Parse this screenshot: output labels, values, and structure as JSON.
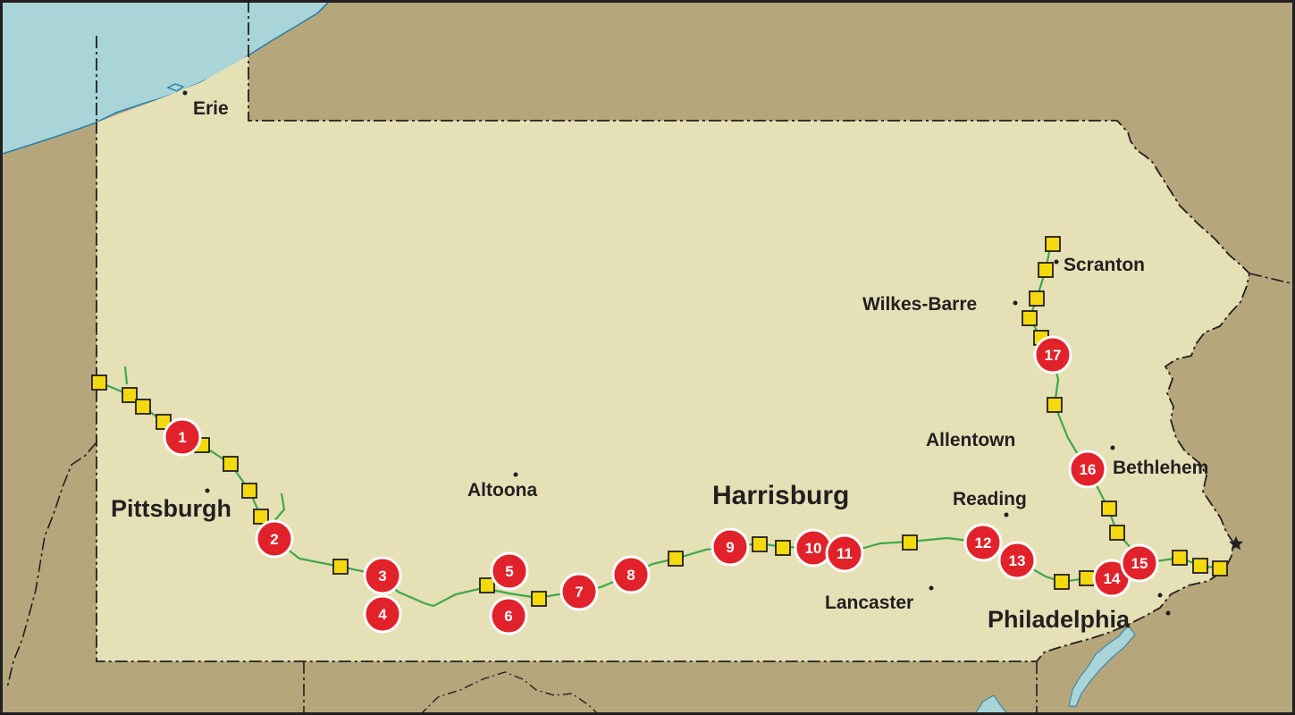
{
  "colors": {
    "water": "#a9d4d8",
    "surrounding_land": "#b5a67c",
    "state_fill": "#e5e0b6",
    "route": "#3ea84a",
    "stop_fill": "#f5d90f",
    "marker_fill": "#e2222a",
    "text": "#231f20",
    "border": "#231f20"
  },
  "cities": [
    {
      "name": "Erie",
      "size": "small"
    },
    {
      "name": "Scranton",
      "size": "small"
    },
    {
      "name": "Wilkes-Barre",
      "size": "small"
    },
    {
      "name": "Allentown",
      "size": "small"
    },
    {
      "name": "Bethlehem",
      "size": "small"
    },
    {
      "name": "Reading",
      "size": "small"
    },
    {
      "name": "Altoona",
      "size": "small"
    },
    {
      "name": "Pittsburgh",
      "size": "large"
    },
    {
      "name": "Harrisburg",
      "size": "xlarge"
    },
    {
      "name": "Lancaster",
      "size": "small"
    },
    {
      "name": "Philadelphia",
      "size": "large"
    }
  ],
  "markers": [
    "1",
    "2",
    "3",
    "4",
    "5",
    "6",
    "7",
    "8",
    "9",
    "10",
    "11",
    "12",
    "13",
    "14",
    "15",
    "16",
    "17"
  ]
}
